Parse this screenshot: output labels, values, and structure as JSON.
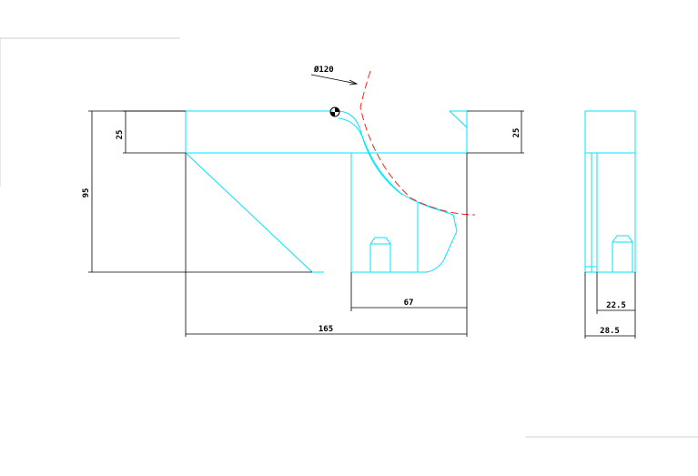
{
  "drawing": {
    "dimensions": {
      "diameter": "Ø120",
      "top_height_left": "25",
      "top_height_right": "25",
      "overall_height": "95",
      "inner_width": "67",
      "overall_width": "165",
      "side_inner_width": "22.5",
      "side_overall_width": "28.5"
    },
    "colors": {
      "outline": "#00e5ff",
      "dimension": "#000000",
      "center_arc": "#ff2020"
    }
  }
}
